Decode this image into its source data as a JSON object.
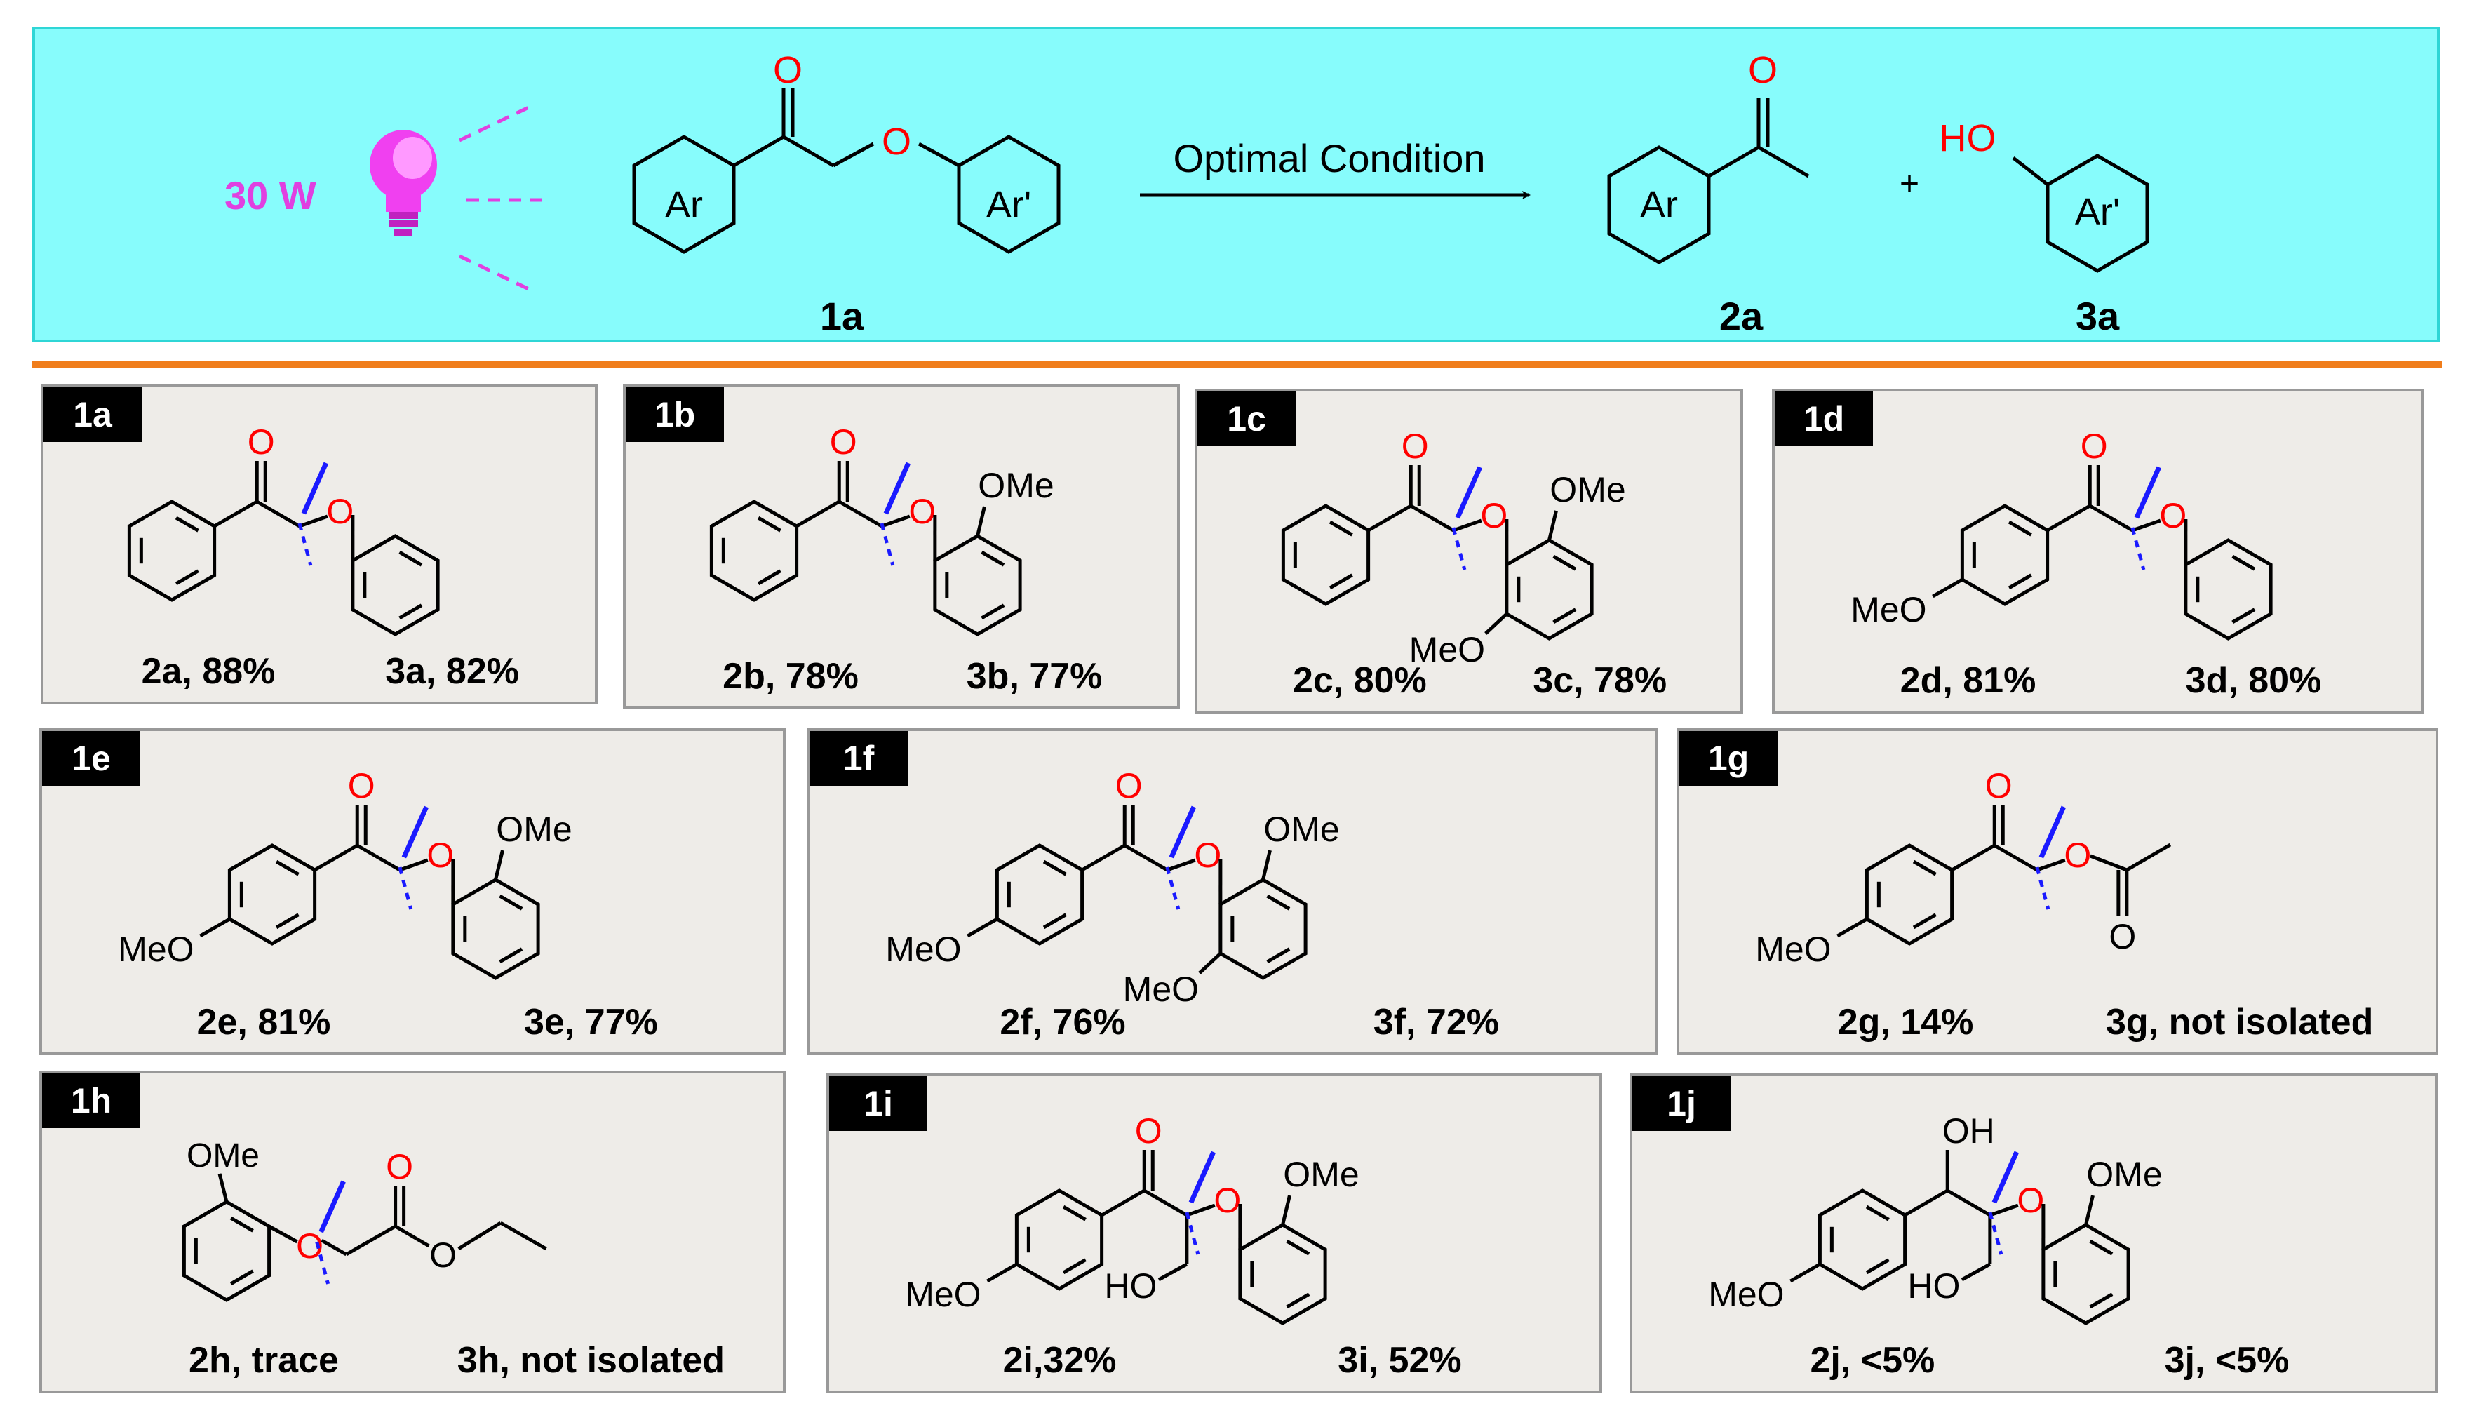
{
  "header": {
    "power": "30 W",
    "condition": "Optimal Condition",
    "plus": "+",
    "ring_ar": "Ar",
    "ring_ar2": "Ar'",
    "oxygen": "O",
    "hydroxyl": "HO",
    "labels": {
      "reactant": "1a",
      "product_a": "2a",
      "product_b": "3a"
    }
  },
  "colors": {
    "banner": "#87fcfc",
    "banner_border": "#2fd6d6",
    "bulb": "#f040f0",
    "rays": "#e040e0",
    "divider": "#f07d1b",
    "panel_bg": "#eeece8",
    "panel_border": "#999999",
    "oxygen": "#ff0000",
    "cleave": "#1a1aff"
  },
  "panels": [
    {
      "id": "1a",
      "p2": "2a, 88%",
      "p3": "3a, 82%",
      "subs": []
    },
    {
      "id": "1b",
      "p2": "2b, 78%",
      "p3": "3b, 77%",
      "subs": [
        "OMe"
      ]
    },
    {
      "id": "1c",
      "p2": "2c, 80%",
      "p3": "3c, 78%",
      "subs": [
        "OMe",
        "MeO"
      ]
    },
    {
      "id": "1d",
      "p2": "2d, 81%",
      "p3": "3d, 80%",
      "subs": [
        "MeO"
      ]
    },
    {
      "id": "1e",
      "p2": "2e, 81%",
      "p3": "3e, 77%",
      "subs": [
        "OMe",
        "MeO"
      ]
    },
    {
      "id": "1f",
      "p2": "2f, 76%",
      "p3": "3f, 72%",
      "subs": [
        "OMe",
        "MeO",
        "MeO"
      ]
    },
    {
      "id": "1g",
      "p2": "2g, 14%",
      "p3": "3g, not isolated",
      "subs": [
        "MeO"
      ]
    },
    {
      "id": "1h",
      "p2": "2h, trace",
      "p3": "3h, not isolated",
      "subs": [
        "OMe"
      ]
    },
    {
      "id": "1i",
      "p2": "2i,32%",
      "p3": "3i, 52%",
      "subs": [
        "OMe",
        "MeO",
        "HO"
      ]
    },
    {
      "id": "1j",
      "p2": "2j, <5%",
      "p3": "3j, <5%",
      "subs": [
        "OMe",
        "OH",
        "MeO",
        "HO"
      ]
    }
  ]
}
